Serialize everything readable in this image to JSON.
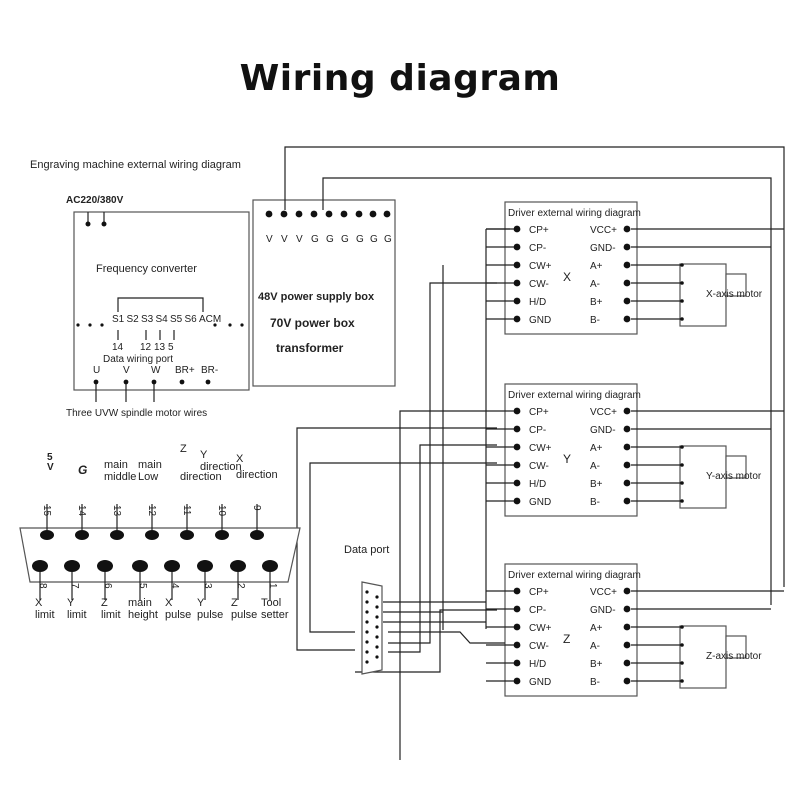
{
  "title": "Wiring diagram",
  "engraving": {
    "label": "Engraving machine external wiring diagram",
    "input_voltage": "AC220/380V",
    "converter_title": "Frequency converter",
    "terminals": [
      "S1",
      "S2",
      "S3",
      "S4",
      "S5",
      "S6",
      "ACM"
    ],
    "pin_numbers": [
      "14",
      "12",
      "13",
      "5"
    ],
    "data_port_label": "Data wiring port",
    "motor_terminals": [
      "U",
      "V",
      "W",
      "BR+",
      "BR-"
    ],
    "motor_label": "Three UVW spindle motor wires"
  },
  "power": {
    "line1": "48V power supply box",
    "line2": "70V power box",
    "line3": "transformer",
    "line2_color": "#1a2a9e",
    "line3_color": "#c62020"
  },
  "drivers": {
    "header": "Driver external wiring diagram",
    "left_terminals": [
      "CP+",
      "CP-",
      "CW+",
      "CW-",
      "H/D",
      "GND"
    ],
    "right_terminals": [
      "VCC+",
      "GND-",
      "A+",
      "A-",
      "B+",
      "B-"
    ],
    "axes": [
      "X",
      "Y",
      "Z"
    ],
    "motors": [
      "X-axis motor",
      "Y-axis motor",
      "Z-axis motor"
    ]
  },
  "data_port_title": "Data port",
  "db15": {
    "top_symbols": [
      "5\nV",
      "G",
      "main\nmiddle",
      "main\nLow",
      "Z\ndirection",
      "Y\ndirection",
      "X\ndirection"
    ],
    "top_pins": [
      "15",
      "14",
      "13",
      "12",
      "11",
      "10",
      "9"
    ],
    "bottom_pins": [
      "8",
      "7",
      "6",
      "5",
      "4",
      "3",
      "2",
      "1"
    ],
    "bottom_labels": [
      "X\nlimit",
      "Y\nlimit",
      "Z\nlimit",
      "main\nheight",
      "X\npulse",
      "Y\npulse",
      "Z\npulse",
      "Tool\nsetter"
    ]
  }
}
